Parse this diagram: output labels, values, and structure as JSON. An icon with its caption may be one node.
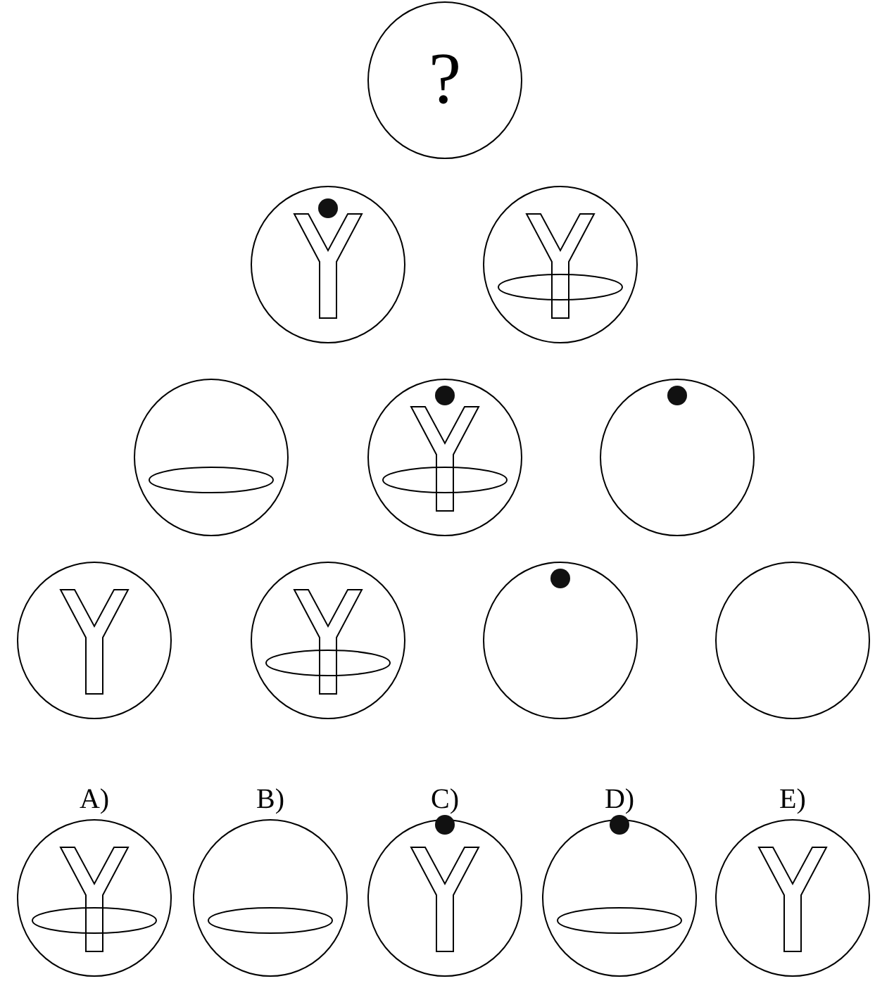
{
  "diagram": {
    "nodes": [
      {
        "text": [
          "?"
        ]
      },
      {
        "text": [],
        "shape": "circle"
      },
      {
        "text": [],
        "shape": "circle"
      },
      {
        "text": [],
        "shape": "circle"
      },
      {
        "text": [],
        "shape": "circle"
      },
      {
        "text": [],
        "shape": "circle"
      },
      {
        "text": [],
        "shape": "circle"
      },
      {
        "text": [],
        "shape": "circle"
      },
      {
        "text": [],
        "shape": "circle"
      },
      {
        "text": [],
        "shape": "circle"
      },
      {
        "text": [
          "A)"
        ]
      },
      {
        "text": [
          "B)"
        ]
      },
      {
        "text": [
          "C)"
        ]
      },
      {
        "text": [
          "D)"
        ]
      },
      {
        "text": [
          "E)"
        ]
      }
    ]
  }
}
